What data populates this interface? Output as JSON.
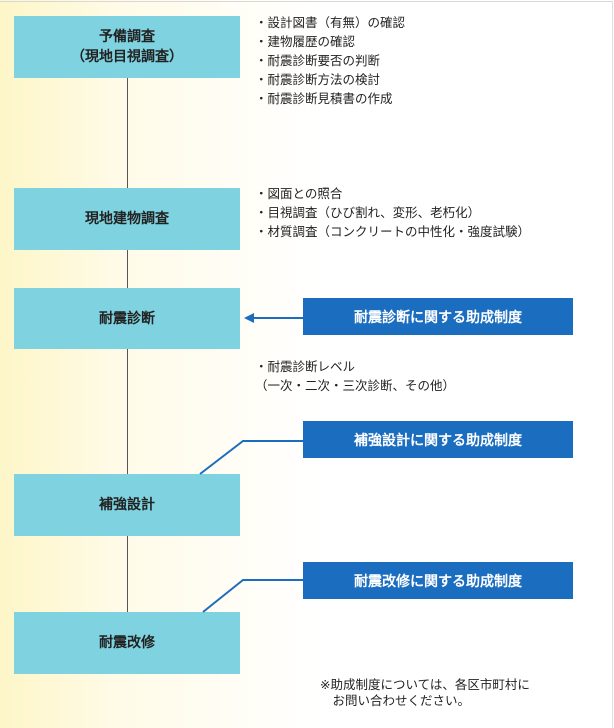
{
  "steps": [
    {
      "line1": "予備調査",
      "line2": "（現地目視調査）"
    },
    {
      "line1": "現地建物調査"
    },
    {
      "line1": "耐震診断"
    },
    {
      "line1": "補強設計"
    },
    {
      "line1": "耐震改修"
    }
  ],
  "lists": {
    "preliminary": [
      "・設計図書（有無）の確認",
      "・建物履歴の確認",
      "・耐震診断要否の判断",
      "・耐震診断方法の検討",
      "・耐震診断見積書の作成"
    ],
    "site": [
      "・図面との照合",
      "・目視調査（ひび割れ、変形、老朽化）",
      "・材質調査（コンクリートの中性化・強度試験）"
    ],
    "diagnosis": [
      "・耐震診断レベル",
      "（一次・二次・三次診断、その他）"
    ]
  },
  "subsidies": [
    "耐震診断に関する助成制度",
    "補強設計に関する助成制度",
    "耐震改修に関する助成制度"
  ],
  "note": [
    "※助成制度については、各区市町村に",
    "　お問い合わせください。"
  ],
  "colors": {
    "step": "#7fd3e0",
    "subsidy": "#1b6dbf"
  }
}
